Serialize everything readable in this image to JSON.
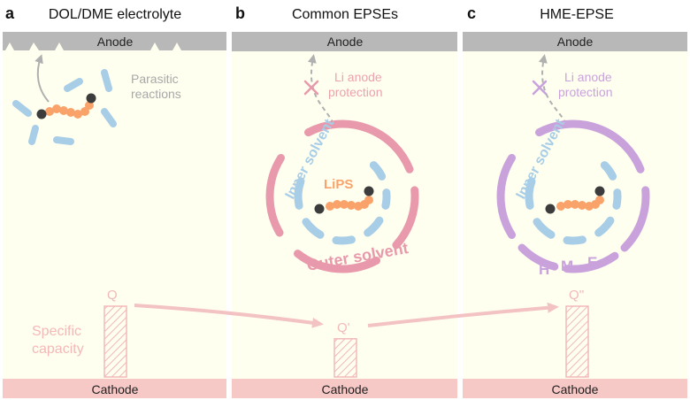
{
  "panels": [
    {
      "letter": "a",
      "title": "DOL/DME electrolyte",
      "anode": "Anode",
      "cathode": "Cathode",
      "reaction_label": [
        "Parasitic",
        "reactions"
      ]
    },
    {
      "letter": "b",
      "title": "Common EPSEs",
      "anode": "Anode",
      "cathode": "Cathode",
      "protection_label": [
        "Li anode",
        "protection"
      ],
      "inner_label": "Inner solvent",
      "lips_label": "LiPS",
      "outer_label": "Outer solvent"
    },
    {
      "letter": "c",
      "title": "HME-EPSE",
      "anode": "Anode",
      "cathode": "Cathode",
      "protection_label": [
        "Li anode",
        "protection"
      ],
      "inner_label": "Inner solvent",
      "hme_letters": [
        "H",
        "M",
        "E"
      ]
    }
  ],
  "capacity": {
    "axis_label": [
      "Specific",
      "capacity"
    ],
    "bars": [
      {
        "label": "Q",
        "relative_height": 1.0
      },
      {
        "label": "Q'",
        "relative_height": 0.54
      },
      {
        "label": "Q''",
        "relative_height": 1.0
      }
    ]
  },
  "colors": {
    "background": "#fffff0",
    "electrode_gray": "#b8b8b8",
    "cathode_pink": "#f6c8c6",
    "inner_blue": "#a8cde6",
    "outer_pink": "#e89aac",
    "hme_purple": "#c9a2dc",
    "chain_orange": "#f9a36a",
    "chain_end": "#3c3c3c",
    "capacity_pink": "#f2b9b9",
    "dark_text": "#111111"
  }
}
